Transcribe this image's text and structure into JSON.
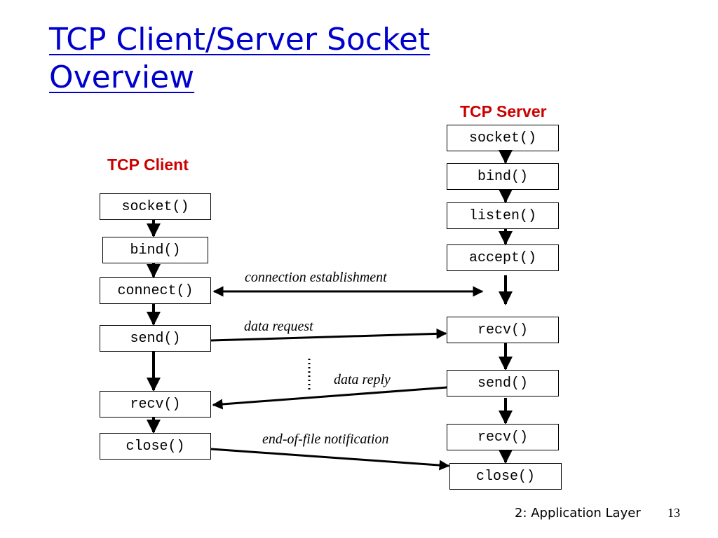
{
  "title": {
    "line1": "TCP Client/Server Socket",
    "line2": "Overview"
  },
  "client": {
    "heading": "TCP Client",
    "calls": [
      "socket()",
      "bind()",
      "connect()",
      "send()",
      "recv()",
      "close()"
    ]
  },
  "server": {
    "heading": "TCP Server",
    "calls": [
      "socket()",
      "bind()",
      "listen()",
      "accept()",
      "recv()",
      "send()",
      "recv()",
      "close()"
    ]
  },
  "messages": {
    "connection": "connection establishment",
    "request": "data request",
    "reply": "data reply",
    "eof": "end-of-file notification"
  },
  "footer": {
    "text": "2: Application Layer",
    "page": "13"
  }
}
